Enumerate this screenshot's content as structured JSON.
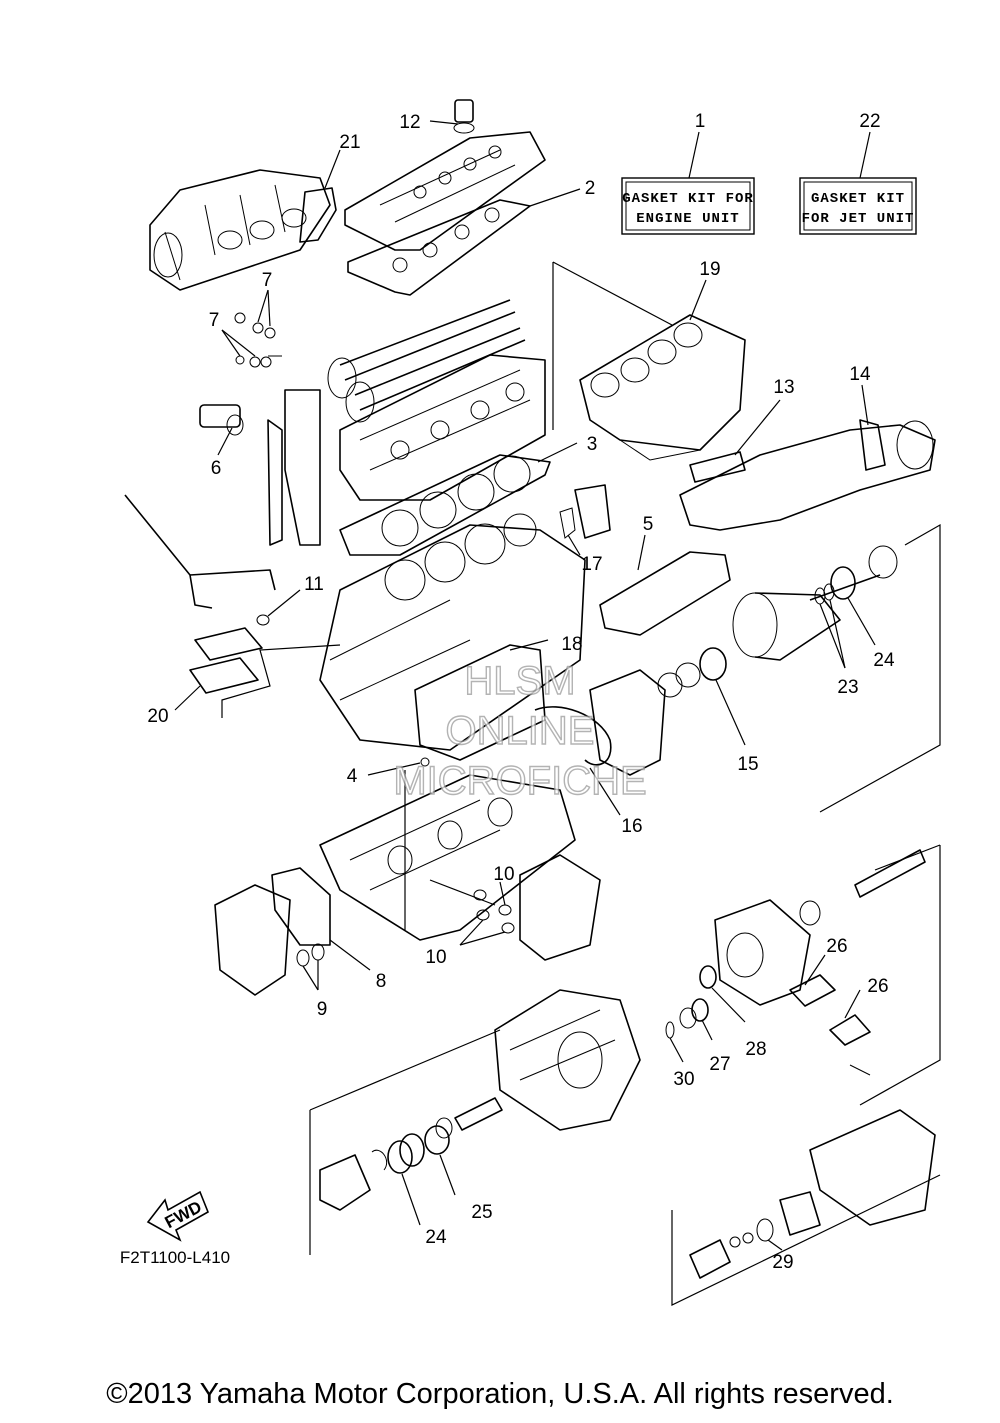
{
  "kits": {
    "engine": {
      "number": "1",
      "line1": "GASKET KIT FOR",
      "line2": "ENGINE UNIT"
    },
    "jet": {
      "number": "22",
      "line1": "GASKET KIT",
      "line2": "FOR JET UNIT"
    }
  },
  "callouts": {
    "c2": "2",
    "c3": "3",
    "c4": "4",
    "c5": "5",
    "c6": "6",
    "c7a": "7",
    "c7b": "7",
    "c8": "8",
    "c9": "9",
    "c10a": "10",
    "c10b": "10",
    "c11": "11",
    "c12": "12",
    "c13": "13",
    "c14": "14",
    "c15": "15",
    "c16": "16",
    "c17": "17",
    "c18": "18",
    "c19": "19",
    "c20": "20",
    "c21": "21",
    "c23": "23",
    "c24a": "24",
    "c24b": "24",
    "c25": "25",
    "c26a": "26",
    "c26b": "26",
    "c27": "27",
    "c28": "28",
    "c29": "29",
    "c30": "30"
  },
  "fwd_label": "FWD",
  "figure_ref": "F2T1100-L410",
  "watermark": {
    "line1": "HLSM",
    "line2": "ONLINE",
    "line3": "MICROFICHE"
  },
  "copyright": "©2013 Yamaha Motor Corporation, U.S.A. All rights reserved."
}
